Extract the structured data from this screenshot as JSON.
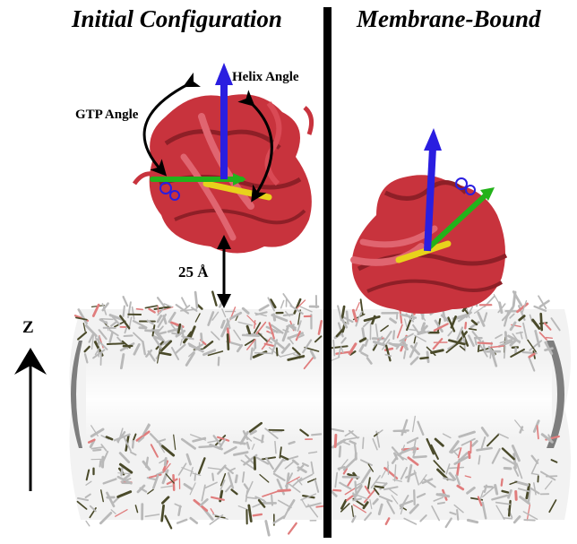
{
  "panels": {
    "left_title": "Initial Configuration",
    "right_title": "Membrane-Bound"
  },
  "annotations": {
    "helix_angle": "Helix Angle",
    "gtp_angle": "GTP Angle",
    "distance": "25 Å",
    "axis": "Z"
  },
  "colors": {
    "protein": "#c8333d",
    "protein_dark": "#8e1f27",
    "helix_vector": "#2a1ee0",
    "gtp_vector": "#23b21a",
    "strand_highlight": "#e8d21c",
    "divider": "#000000",
    "lipid_tail": "#b9b9b9",
    "lipid_oxygen": "#e07d7d",
    "membrane_edge": "#555555"
  },
  "icons": [
    "double-headed-arrow",
    "z-axis-arrow",
    "curved-angle-arrow"
  ]
}
